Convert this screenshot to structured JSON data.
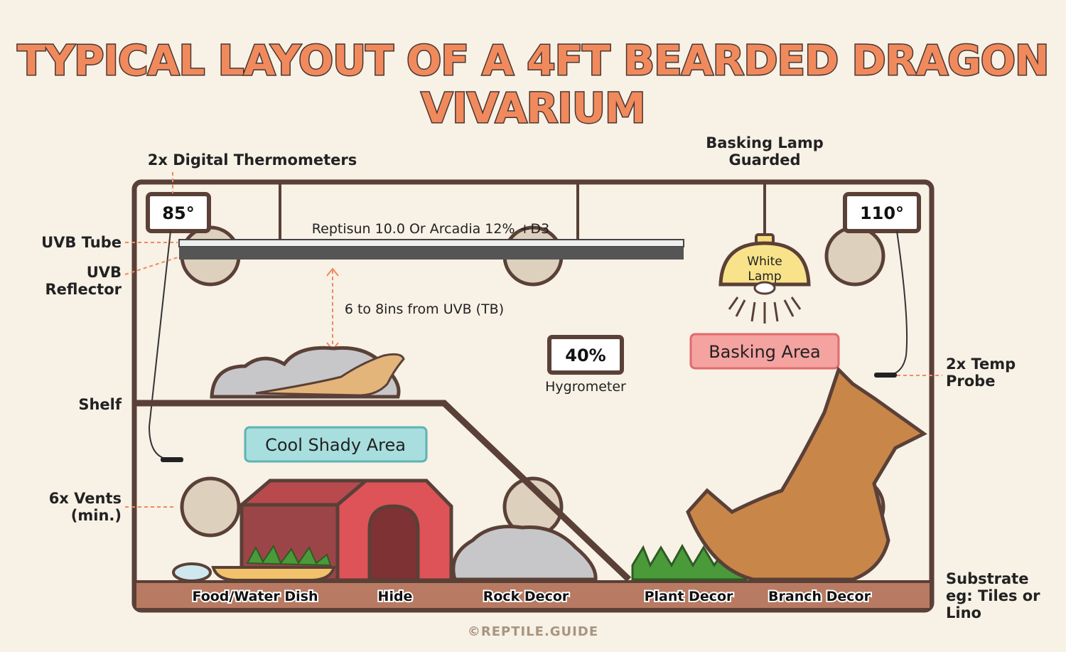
{
  "title": {
    "line1": "TYPICAL LAYOUT OF A 4FT BEARDED DRAGON",
    "line2": "VIVARIUM"
  },
  "callouts": {
    "thermometers": "2x Digital Thermometers",
    "basking_lamp": [
      "Basking Lamp",
      "Guarded"
    ],
    "uvb_tube": "UVB Tube",
    "uvb_reflector": [
      "UVB",
      "Reflector"
    ],
    "shelf": "Shelf",
    "vents": [
      "6x Vents",
      "(min.)"
    ],
    "temp_probe": [
      "2x Temp",
      "Probe"
    ],
    "substrate": [
      "Substrate",
      "eg: Tiles or",
      "Lino"
    ]
  },
  "inside": {
    "thermo_left": "85°",
    "thermo_right": "110°",
    "uvb_label": "Reptisun 10.0 Or Arcadia 12% +D3",
    "distance": "6 to 8ins from UVB (TB)",
    "hygro_value": "40%",
    "hygro_label": "Hygrometer",
    "lamp": [
      "White",
      "Lamp"
    ],
    "basking_area": "Basking Area",
    "cool_area": "Cool Shady Area"
  },
  "substrate_labels": [
    "Food/Water Dish",
    "Hide",
    "Rock Decor",
    "Plant Decor",
    "Branch Decor"
  ],
  "credit": "©REPTILE.GUIDE",
  "colors": {
    "title": "#f08a5d",
    "enclosure": "#fde6c4",
    "outline": "#5a4037",
    "substrate": "#b87a62",
    "cool": "#a8dede",
    "basking": "#f4a3a0"
  }
}
